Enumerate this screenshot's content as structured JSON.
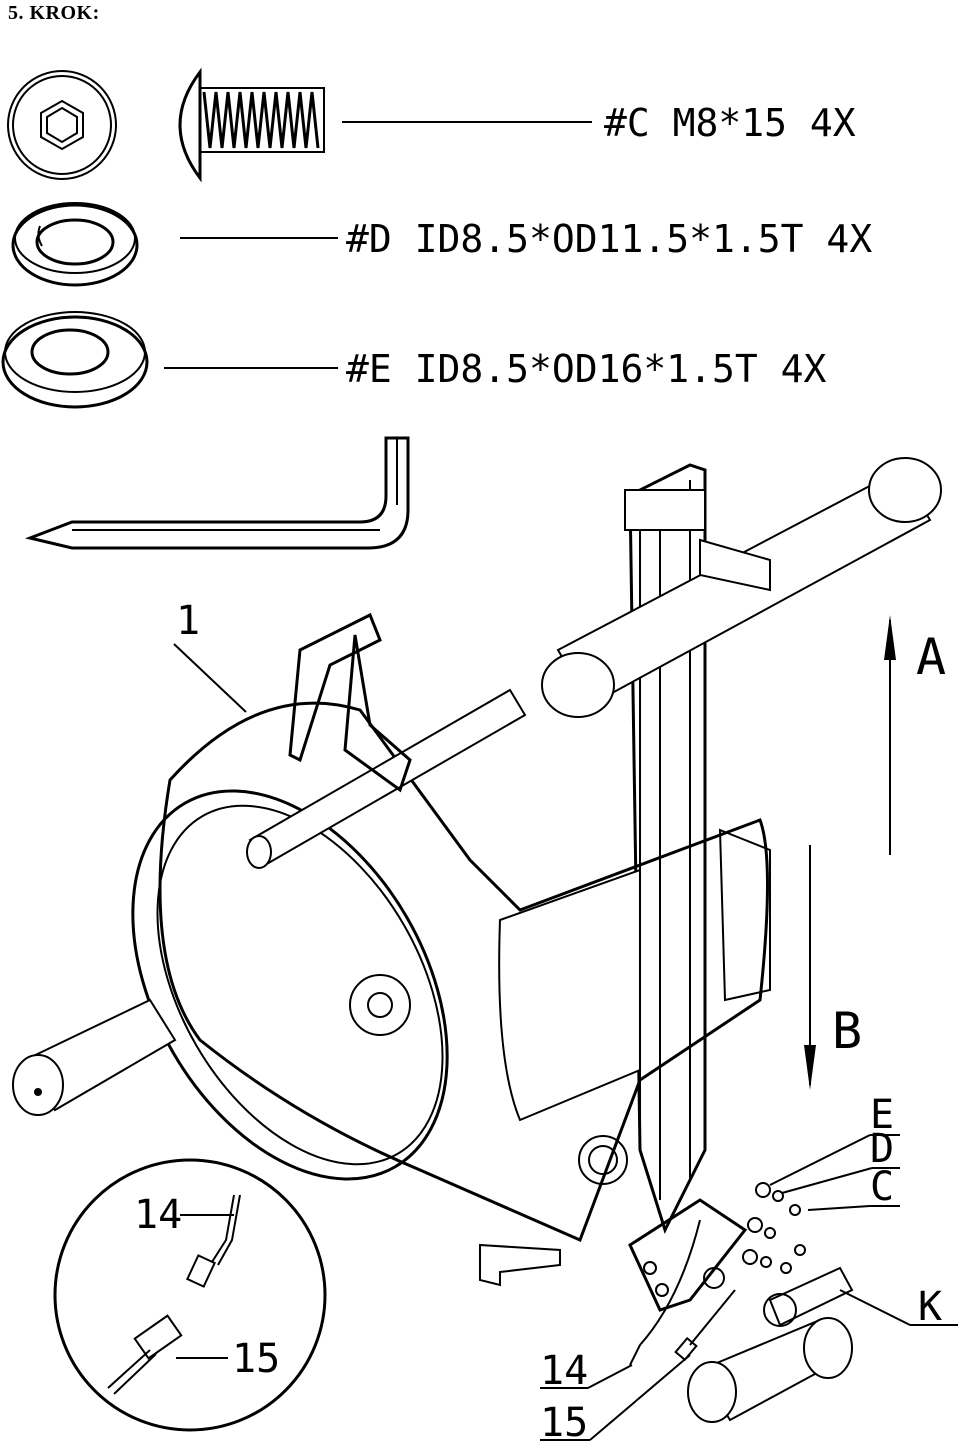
{
  "title": "5.   KROK:",
  "parts": {
    "c": "#C M8*15 4X",
    "d": "#D ID8.5*OD11.5*1.5T 4X",
    "e": "#E ID8.5*OD16*1.5T 4X"
  },
  "callouts": {
    "frame": "1",
    "arrow_a": "A",
    "arrow_b": "B",
    "e": "E",
    "d": "D",
    "c": "C",
    "k": "K",
    "cable_14": "14",
    "cable_15": "15",
    "detail_14": "14",
    "detail_15": "15"
  }
}
